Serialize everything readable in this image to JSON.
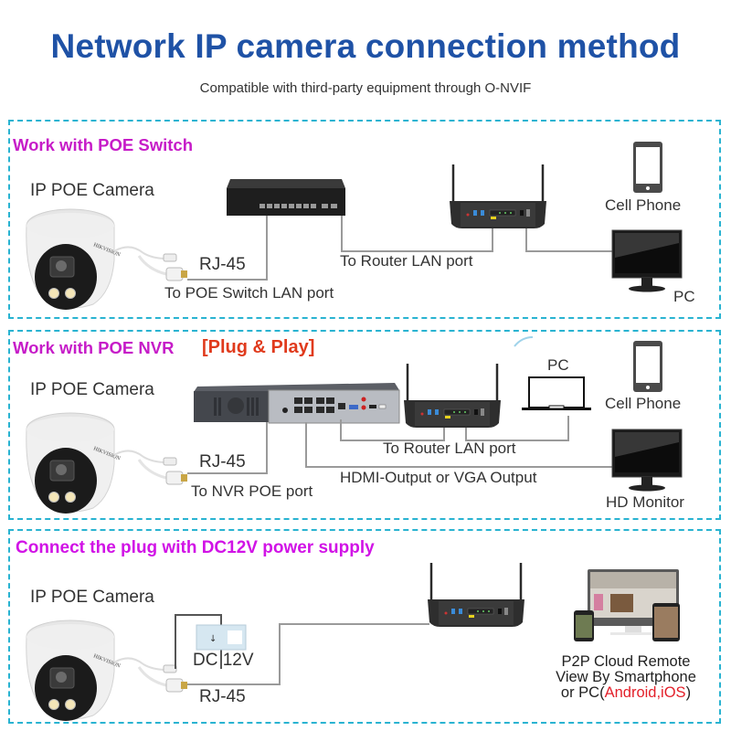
{
  "header": {
    "title": "Network IP camera connection method",
    "subtitle": "Compatible with third-party equipment through O-NVIF"
  },
  "colors": {
    "title": "#1f52a6",
    "panel_border": "#29b3d1",
    "section_title": "#c61cc8",
    "highlight": "#e03a1c",
    "wire": "#9a9a9a"
  },
  "panels": [
    {
      "title": "Work with POE Switch",
      "camera_label": "IP POE Camera",
      "cable_label": "RJ-45",
      "camera_port_label": "To POE Switch LAN port",
      "router_label": "To Router LAN port",
      "devices": [
        "Cell Phone",
        "PC"
      ],
      "icons": [
        "dome-camera-icon",
        "poe-switch-icon",
        "router-icon",
        "cell-phone-icon",
        "monitor-icon"
      ]
    },
    {
      "title": "Work with POE NVR",
      "tag": "[Plug & Play]",
      "camera_label": "IP POE Camera",
      "cable_label": "RJ-45",
      "camera_port_label": "To NVR POE port",
      "router_label": "To Router LAN port",
      "output_label": "HDMI-Output or VGA Output",
      "devices": [
        "PC",
        "Cell Phone",
        "HD Monitor"
      ],
      "icons": [
        "dome-camera-icon",
        "nvr-icon",
        "router-icon",
        "laptop-icon",
        "cell-phone-icon",
        "monitor-icon"
      ]
    },
    {
      "title": "Connect the plug with DC12V power supply",
      "camera_label": "IP POE Camera",
      "power_label": "DC 12V",
      "cable_label": "RJ-45",
      "remote_line1": "P2P Cloud Remote",
      "remote_line2": "View By Smartphone",
      "remote_line3_prefix": "or PC(",
      "remote_line3_highlight": "Android,iOS",
      "remote_line3_suffix": ")",
      "icons": [
        "dome-camera-icon",
        "power-socket-icon",
        "router-icon",
        "multi-device-icon"
      ]
    }
  ]
}
